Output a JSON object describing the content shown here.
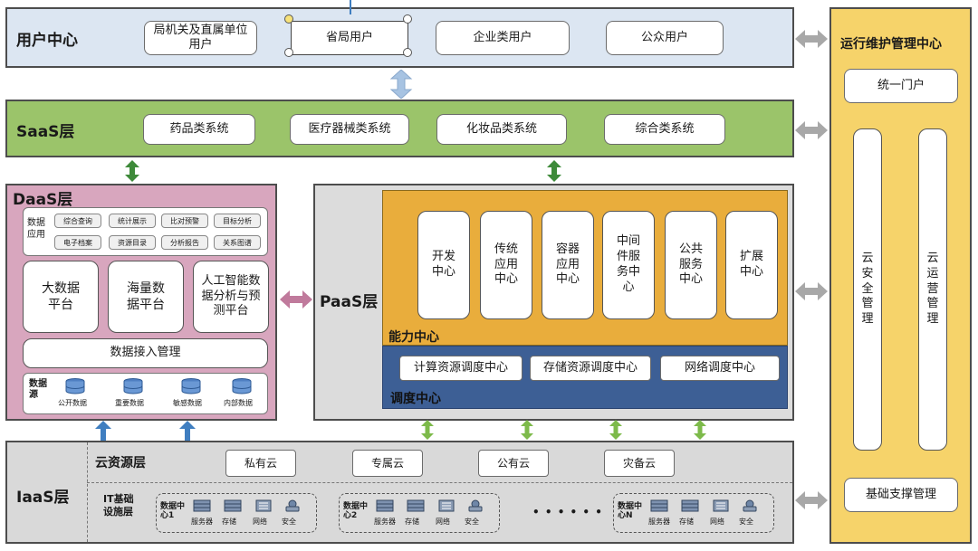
{
  "user_center": {
    "title": "用户中心",
    "items": [
      "局机关及直属单位用户",
      "省局用户",
      "企业类用户",
      "公众用户"
    ]
  },
  "saas": {
    "title": "SaaS层",
    "items": [
      "药品类系统",
      "医疗器械类系统",
      "化妆品类系统",
      "综合类系统"
    ]
  },
  "daas": {
    "title": "DaaS层",
    "data_app_label": "数据应用",
    "apps": [
      "综合查询",
      "统计展示",
      "比对预警",
      "目标分析",
      "电子档案",
      "资源目录",
      "分析报告",
      "关系图谱"
    ],
    "platforms": [
      "大数据平台",
      "海量数据平台",
      "人工智能数据分析与预测平台"
    ],
    "ingest": "数据接入管理",
    "source_label": "数据源",
    "sources": [
      "公开数据",
      "重要数据",
      "敏感数据",
      "内部数据"
    ]
  },
  "paas": {
    "title": "PaaS层",
    "capability_center": "能力中心",
    "capabilities": [
      "开发中心",
      "传统应用中心",
      "容器应用中心",
      "中间件服务中心",
      "公共服务中心",
      "扩展中心"
    ],
    "dispatch_center": "调度中心",
    "dispatch": [
      "计算资源调度中心",
      "存储资源调度中心",
      "网络调度中心"
    ]
  },
  "iaas": {
    "title": "IaaS层",
    "cloud_layer": "云资源层",
    "clouds": [
      "私有云",
      "专属云",
      "公有云",
      "灾备云"
    ],
    "infra_label": "IT基础设施层",
    "datacenters": [
      "数据中心1",
      "数据中心2",
      "数据中心N"
    ],
    "dc_items": [
      "服务器",
      "存储",
      "网络",
      "安全"
    ],
    "ellipsis": "• • • • • •"
  },
  "ops": {
    "title": "运行维护管理中心",
    "portal": "统一门户",
    "security": "云安全管理",
    "operations": "云运营管理",
    "support": "基础支撑管理"
  },
  "colors": {
    "user_bg": "#dce6f2",
    "saas_bg": "#9bc46a",
    "daas_bg": "#d8a6be",
    "paas_outer_bg": "#dcdcdc",
    "paas_cap_bg": "#e9ad3c",
    "paas_dispatch_bg": "#3d5f95",
    "iaas_bg": "#d9d9d9",
    "ops_bg": "#f6d36a",
    "arrow_green": "#3e8a3a",
    "arrow_blue": "#3f7ec0",
    "arrow_gray": "#a8a8a8",
    "arrow_pink": "#c07a9c"
  }
}
